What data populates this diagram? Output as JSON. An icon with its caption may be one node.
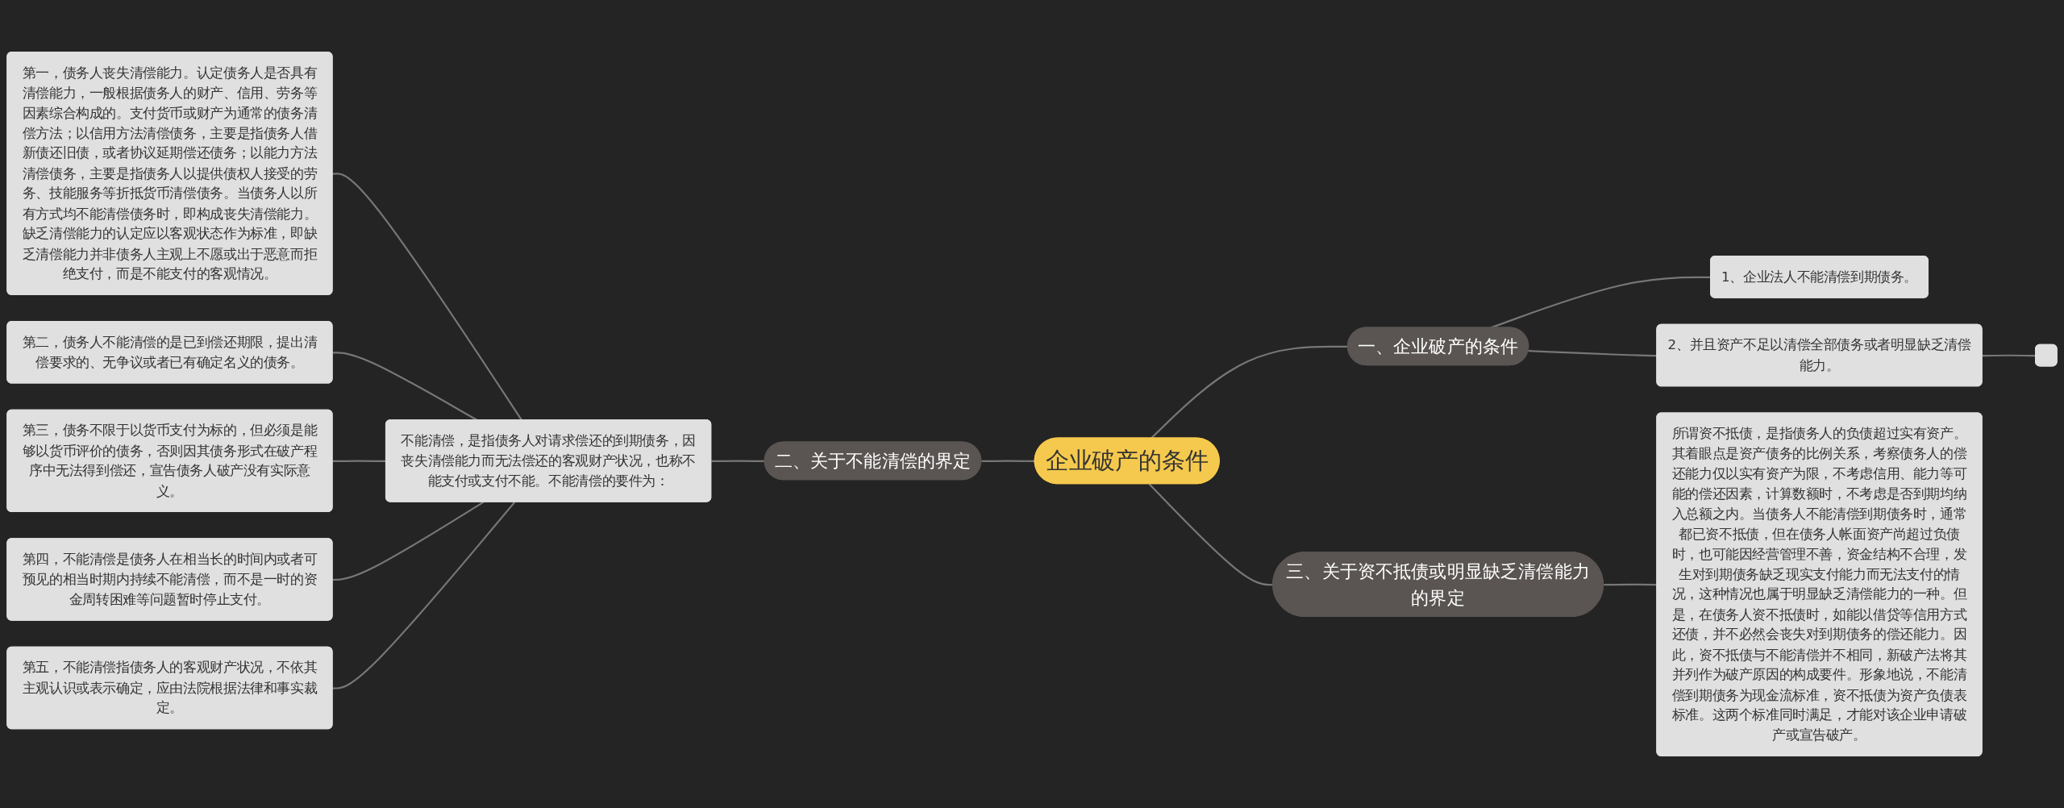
{
  "diagram": {
    "nodes": [
      {
        "text": [
          "企业破产的条件"
        ]
      },
      {
        "text": [
          "一、企业破产的条件"
        ]
      },
      {
        "text": [
          "1、企业法人不能清偿到期债务。"
        ]
      },
      {
        "text": [
          "2、并且资产不足以清偿全部债务或者明显缺乏清偿能力。"
        ]
      },
      {
        "text": [],
        "shape": "box"
      },
      {
        "text": [
          "二、关于不能清偿的界定"
        ]
      },
      {
        "text": [
          "不能清偿，是指债务人对请求偿还的到期债务，因丧失清偿能力而无法偿还的客观财产状况，也称不能支付或支付不能。不能清偿的要件为："
        ]
      },
      {
        "text": [
          "第一，债务人丧失清偿能力。认定债务人是否具有清偿能力，一般根据债务人的财产、信用、劳务等因素综合构成的。支付货币或财产为通常的债务清偿方法；以信用方法清偿债务，主要是指债务人借新债还旧债，或者协议延期偿还债务；以能力方法清偿债务，主要是指债务人以提供债权人接受的劳务、技能服务等折抵货币清偿债务。当债务人以所有方式均不能清偿债务时，即构成丧失清偿能力。缺乏清偿能力的认定应以客观状态作为标准，即缺乏清偿能力并非债务人主观上不愿或出于恶意而拒绝支付，而是不能支付的客观情况。"
        ]
      },
      {
        "text": [
          "第二，债务人不能清偿的是已到偿还期限，提出清偿要求的、无争议或者已有确定名义的债务。"
        ]
      },
      {
        "text": [
          "第三，债务不限于以货币支付为标的，但必须是能够以货币评价的债务，否则因其债务形式在破产程序中无法得到偿还，宣告债务人破产没有实际意义。"
        ]
      },
      {
        "text": [
          "第四，不能清偿是债务人在相当长的时间内或者可预见的相当时期内持续不能清偿，而不是一时的资金周转困难等问题暂时停止支付。"
        ]
      },
      {
        "text": [
          "第五，不能清偿指债务人的客观财产状况，不依其主观认识或表示确定，应由法院根据法律和事实裁定。"
        ]
      },
      {
        "text": [
          "三、关于资不抵债或明显缺乏清偿能力的界定"
        ]
      },
      {
        "text": [
          "所谓资不抵债，是指债务人的负债超过实有资产。其着眼点是资产债务的比例关系，考察债务人的偿还能力仅以实有资产为限，不考虑信用、能力等可能的偿还因素，计算数额时，不考虑是否到期均纳入总额之内。当债务人不能清偿到期债务时，通常都已资不抵债，但在债务人帐面资产尚超过负债时，也可能因经营管理不善，资金结构不合理，发生对到期债务缺乏现实支付能力而无法支付的情况，这种情况也属于明显缺乏清偿能力的一种。但是，在债务人资不抵债时，如能以借贷等信用方式还债，并不必然会丧失对到期债务的偿还能力。因此，资不抵债与不能清偿并不相同，新破产法将其并列作为破产原因的构成要件。形象地说，不能清偿到期债务为现金流标准，资不抵债为资产负债表标准。这两个标准同时满足，才能对该企业申请破产或宣告破产。"
        ]
      }
    ],
    "edges": [
      {
        "from": 0,
        "to": 1,
        "arrow": "none"
      },
      {
        "from": 1,
        "to": 2,
        "arrow": "none"
      },
      {
        "from": 1,
        "to": 3,
        "arrow": "none"
      },
      {
        "from": 3,
        "to": 4,
        "arrow": "none"
      },
      {
        "from": 5,
        "to": 0,
        "arrow": "none"
      },
      {
        "from": 6,
        "to": 5,
        "arrow": "none"
      },
      {
        "from": 7,
        "to": 6,
        "arrow": "none"
      },
      {
        "from": 8,
        "to": 6,
        "arrow": "none"
      },
      {
        "from": 9,
        "to": 6,
        "arrow": "none"
      },
      {
        "from": 10,
        "to": 6,
        "arrow": "none"
      },
      {
        "from": 11,
        "to": 6,
        "arrow": "none"
      },
      {
        "from": 0,
        "to": 12,
        "arrow": "none"
      },
      {
        "from": 12,
        "to": 13,
        "arrow": "none"
      }
    ]
  }
}
